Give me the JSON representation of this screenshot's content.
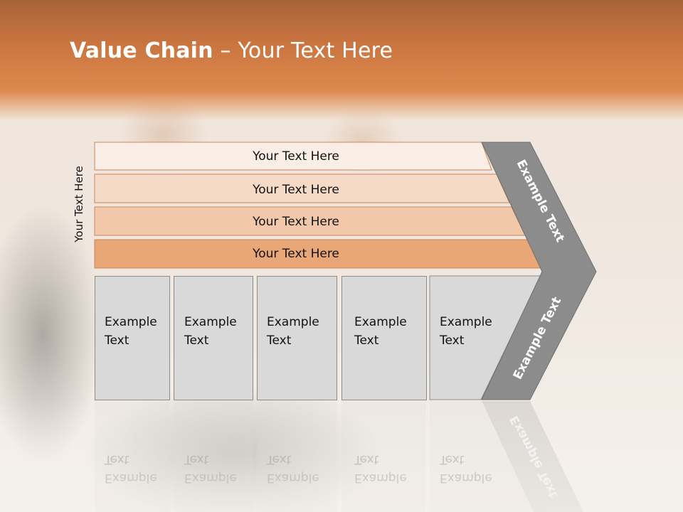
{
  "slide": {
    "title_bold": "Value Chain",
    "title_rest": " – Your Text Here",
    "side_label": "Your Text Here"
  },
  "bars": [
    {
      "label": "Your Text Here",
      "color": "#fbeee6"
    },
    {
      "label": "Your Text Here",
      "color": "#f6dac8"
    },
    {
      "label": "Your Text Here",
      "color": "#f2c8aa"
    },
    {
      "label": "Your Text Here",
      "color": "#e9a677"
    }
  ],
  "columns": [
    {
      "line1": "Example",
      "line2": "Text"
    },
    {
      "line1": "Example",
      "line2": "Text"
    },
    {
      "line1": "Example",
      "line2": "Text"
    },
    {
      "line1": "Example",
      "line2": "Text"
    },
    {
      "line1": "Example",
      "line2": "Text"
    }
  ],
  "chevron": {
    "upper_label": "Example Text",
    "lower_label": "Example Text",
    "color": "#8c8c8c"
  },
  "colors": {
    "bar_border": "#c9875a",
    "column_fill": "#d9d9d9",
    "column_border": "#8c8c8c"
  }
}
